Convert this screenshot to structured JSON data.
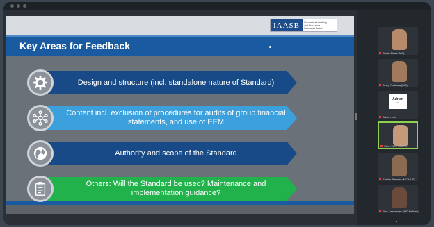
{
  "slide": {
    "logo": "IAASB",
    "logo_sub": "International Auditing and Assurance Standards Board",
    "title": "Key Areas for Feedback",
    "items": [
      {
        "text": "Design and structure (incl. standalone nature of Standard)",
        "icon": "gear-icon",
        "color": "#174a86"
      },
      {
        "text": "Content incl. exclusion of procedures for audits of group financial statements, and use of EEM",
        "icon": "network-icon",
        "color": "#3ba0dc"
      },
      {
        "text": "Authority and scope of the Standard",
        "icon": "globe-icon",
        "color": "#174a86"
      },
      {
        "text": "Others: Will the Standard be used? Maintenance and implementation guidance?",
        "icon": "clipboard-icon",
        "color": "#22b24c"
      }
    ]
  },
  "participants": [
    {
      "name": "Stuart Black (MB)"
    },
    {
      "name": "Avery Prakasa (MB)"
    },
    {
      "name": "Adrian Lim",
      "card_name": "Adrian",
      "card_sub": "Lim"
    },
    {
      "name": "Chun Wee CHIEW"
    },
    {
      "name": "Sachin Barman (MC HUS)"
    },
    {
      "name": "Fiaz Lawrences (MC Pelham)"
    }
  ]
}
